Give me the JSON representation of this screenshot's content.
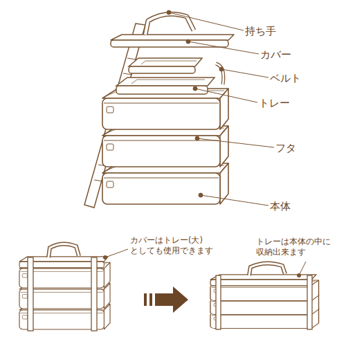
{
  "diagram": {
    "labels": [
      "持ち手",
      "カバー",
      "ベルト",
      "トレー",
      "フタ",
      "本体",
      "カバーはトレー(大) としても使用できます",
      "トレーは本体の中に 収納出来ます"
    ]
  }
}
